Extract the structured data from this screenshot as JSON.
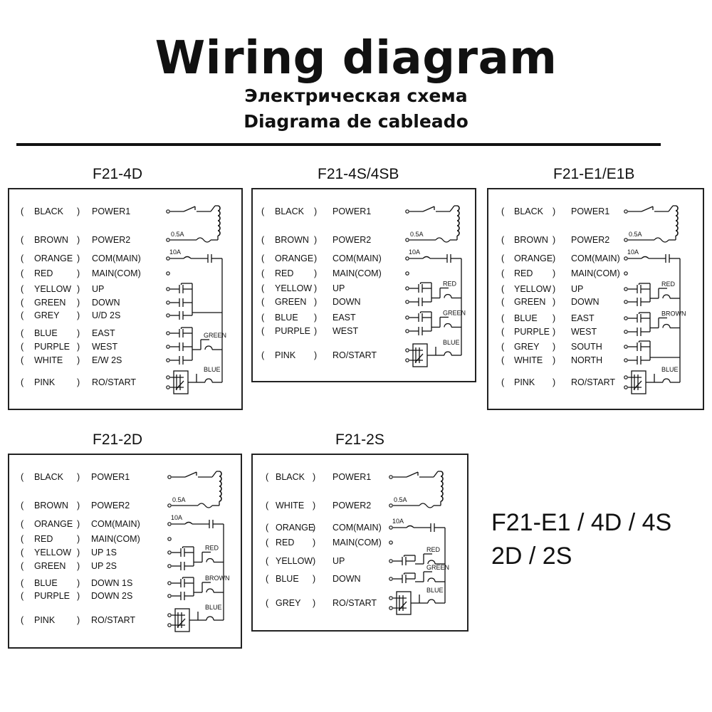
{
  "header": {
    "title": "Wiring diagram",
    "subtitle_ru": "Электрическая схема",
    "subtitle_es": "Diagrama de cableado"
  },
  "labels": {
    "fuse": "0.5A",
    "breaker": "10A",
    "paren_open": "(",
    "paren_close": ")"
  },
  "panels": [
    {
      "id": "f21-4d",
      "title": "F21-4D",
      "rows": [
        {
          "color": "BLACK",
          "func": "POWER1"
        },
        {
          "color": "BROWN",
          "func": "POWER2"
        },
        {
          "color": "ORANGE",
          "func": "COM(MAIN)"
        },
        {
          "color": "RED",
          "func": "MAIN(COM)"
        },
        {
          "color": "YELLOW",
          "func": "UP"
        },
        {
          "color": "GREEN",
          "func": "DOWN"
        },
        {
          "color": "GREY",
          "func": "U/D  2S"
        },
        {
          "color": "BLUE",
          "func": "EAST"
        },
        {
          "color": "PURPLE",
          "func": "WEST"
        },
        {
          "color": "WHITE",
          "func": "E/W  2S"
        },
        {
          "color": "PINK",
          "func": "RO/START"
        }
      ],
      "coils": [
        "GREEN",
        "BLUE"
      ]
    },
    {
      "id": "f21-4s",
      "title": "F21-4S/4SB",
      "rows": [
        {
          "color": "BLACK",
          "func": "POWER1"
        },
        {
          "color": "BROWN",
          "func": "POWER2"
        },
        {
          "color": "ORANGE",
          "func": "COM(MAIN)"
        },
        {
          "color": "RED",
          "func": "MAIN(COM)"
        },
        {
          "color": "YELLOW",
          "func": "UP"
        },
        {
          "color": "GREEN",
          "func": "DOWN"
        },
        {
          "color": "BLUE",
          "func": "EAST"
        },
        {
          "color": "PURPLE",
          "func": "WEST"
        },
        {
          "color": "PINK",
          "func": "RO/START"
        }
      ],
      "coils": [
        "RED",
        "GREEN",
        "BLUE"
      ]
    },
    {
      "id": "f21-e1",
      "title": "F21-E1/E1B",
      "rows": [
        {
          "color": "BLACK",
          "func": "POWER1"
        },
        {
          "color": "BROWN",
          "func": "POWER2"
        },
        {
          "color": "ORANGE",
          "func": "COM(MAIN)"
        },
        {
          "color": "RED",
          "func": "MAIN(COM)"
        },
        {
          "color": "YELLOW",
          "func": "UP"
        },
        {
          "color": "GREEN",
          "func": "DOWN"
        },
        {
          "color": "BLUE",
          "func": "EAST"
        },
        {
          "color": "PURPLE",
          "func": "WEST"
        },
        {
          "color": "GREY",
          "func": "SOUTH"
        },
        {
          "color": "WHITE",
          "func": "NORTH"
        },
        {
          "color": "PINK",
          "func": "RO/START"
        }
      ],
      "coils": [
        "RED",
        "BROWN",
        "BLUE"
      ]
    },
    {
      "id": "f21-2d",
      "title": "F21-2D",
      "rows": [
        {
          "color": "BLACK",
          "func": "POWER1"
        },
        {
          "color": "BROWN",
          "func": "POWER2"
        },
        {
          "color": "ORANGE",
          "func": "COM(MAIN)"
        },
        {
          "color": "RED",
          "func": "MAIN(COM)"
        },
        {
          "color": "YELLOW",
          "func": "UP 1S"
        },
        {
          "color": "GREEN",
          "func": "UP 2S"
        },
        {
          "color": "BLUE",
          "func": "DOWN 1S"
        },
        {
          "color": "PURPLE",
          "func": "DOWN  2S"
        },
        {
          "color": "PINK",
          "func": "RO/START"
        }
      ],
      "coils": [
        "RED",
        "BROWN",
        "BLUE"
      ]
    },
    {
      "id": "f21-2s",
      "title": "F21-2S",
      "rows": [
        {
          "color": "BLACK",
          "func": "POWER1"
        },
        {
          "color": "WHITE",
          "func": "POWER2"
        },
        {
          "color": "ORANGE",
          "func": "COM(MAIN)"
        },
        {
          "color": "RED",
          "func": "MAIN(COM)"
        },
        {
          "color": "YELLOW",
          "func": "UP"
        },
        {
          "color": "BLUE",
          "func": "DOWN"
        },
        {
          "color": "GREY",
          "func": "RO/START"
        }
      ],
      "coils": [
        "RED",
        "GREEN",
        "BLUE"
      ]
    }
  ],
  "models": {
    "line1": "F21-E1 / 4D / 4S",
    "line2": "2D / 2S"
  }
}
